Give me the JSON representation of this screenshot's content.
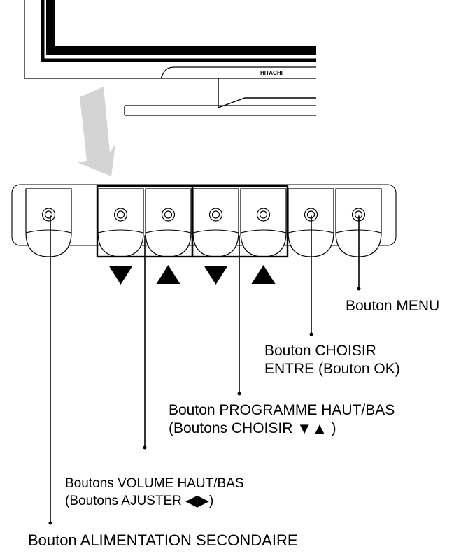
{
  "tv": {
    "brand": "HITACHI"
  },
  "buttons": [
    {
      "id": "standby"
    },
    {
      "id": "volume-down",
      "arrow": "▼"
    },
    {
      "id": "volume-up",
      "arrow": "▲"
    },
    {
      "id": "program-down",
      "arrow": "▼"
    },
    {
      "id": "program-up",
      "arrow": "▲"
    },
    {
      "id": "select-enter"
    },
    {
      "id": "menu"
    }
  ],
  "labels": {
    "menu": "Bouton MENU",
    "select_line1": "Bouton CHOISIR",
    "select_line2": "ENTRE (Bouton OK)",
    "program_line1": "Bouton PROGRAMME HAUT/BAS",
    "program_line2_prefix": "(Boutons CHOISIR ",
    "program_line2_arrows": "▼▲",
    "program_line2_suffix": " )",
    "volume_line1": "Boutons VOLUME HAUT/BAS",
    "volume_line2_prefix": "(Boutons AJUSTER ",
    "volume_line2_arrows": "◀▶",
    "volume_line2_suffix": ")",
    "standby": "Bouton ALIMENTATION SECONDAIRE"
  },
  "colors": {
    "pointer_arrow": "#d4d4d4",
    "line": "#000000"
  }
}
